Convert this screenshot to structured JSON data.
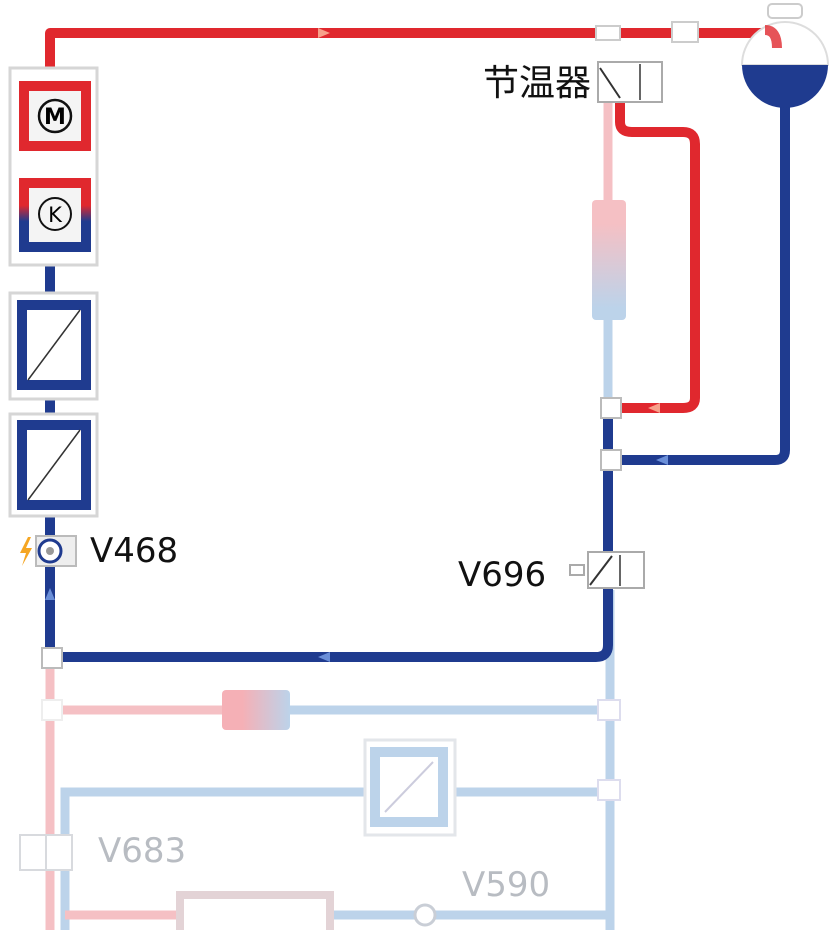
{
  "labels": {
    "thermostat": "节温器",
    "pump_v468": "V468",
    "valve_v696": "V696",
    "valve_v683": "V683",
    "pump_v590": "V590"
  },
  "components": {
    "motor_symbol": "M",
    "compressor_symbol": "K"
  },
  "colors": {
    "hot": "#e0282e",
    "cold": "#1f3b8f",
    "hot_inactive": "#f5c0c4",
    "cold_inactive": "#bcd3ea",
    "pump_lightning": "#f5a623"
  }
}
